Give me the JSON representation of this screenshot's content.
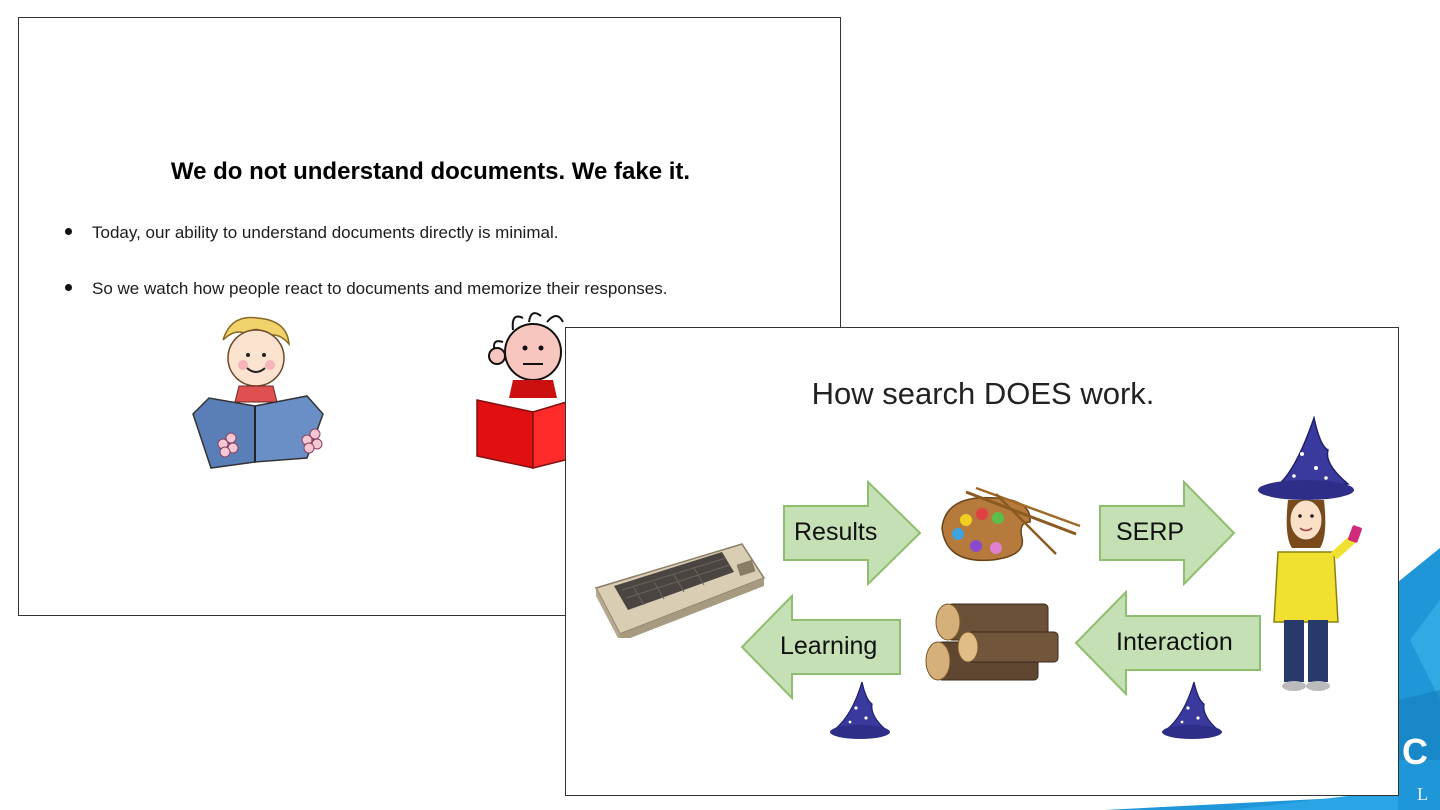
{
  "slide1": {
    "title": "We do not understand documents.  We fake it.",
    "bullets": [
      "Today, our ability to understand documents directly is minimal.",
      "So we watch how people react to documents and memorize their responses."
    ]
  },
  "slide2": {
    "title": "How search DOES work.",
    "arrows": {
      "results": "Results",
      "serp": "SERP",
      "learning": "Learning",
      "interaction": "Interaction"
    }
  },
  "logo": {
    "letter_top": "C",
    "letter_bottom": "L"
  },
  "colors": {
    "arrow_fill": "#c5e0b4",
    "arrow_stroke": "#8fbf6e",
    "brand_blue": "#1e96d8",
    "wizard_hat": "#3a3a9e",
    "book_blue": "#5a7fb8",
    "book_red": "#e01010"
  }
}
